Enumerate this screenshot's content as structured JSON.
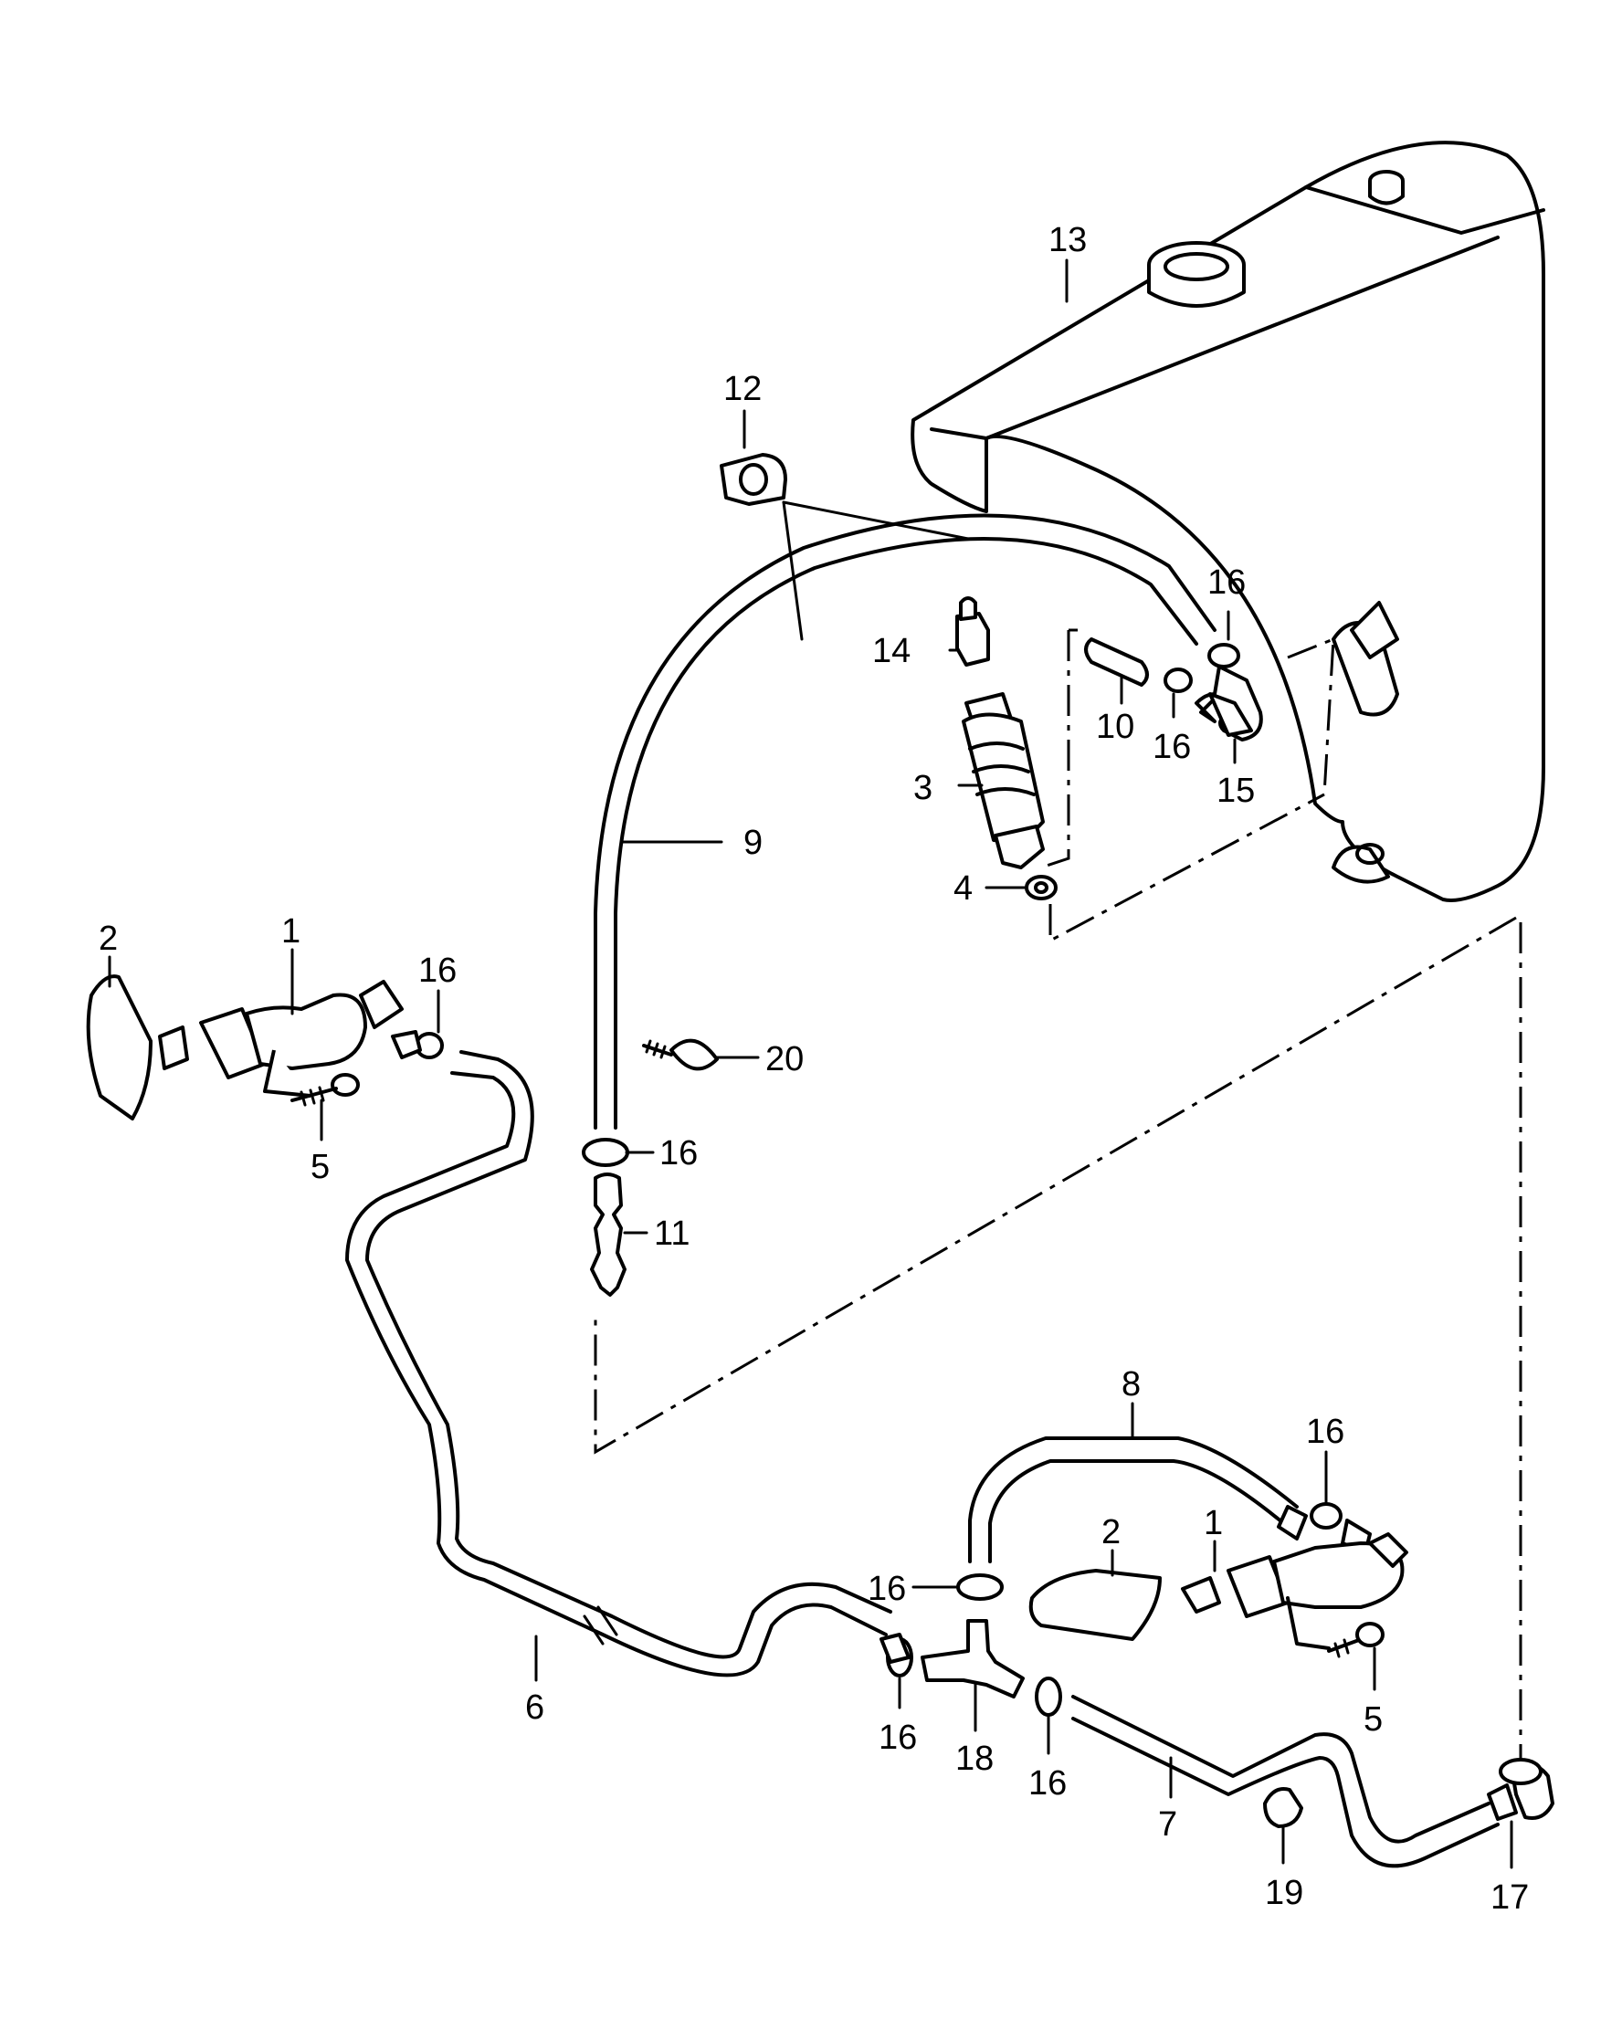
{
  "callouts": {
    "c1a": "1",
    "c2a": "2",
    "c16a": "16",
    "c5a": "5",
    "c12": "12",
    "c13": "13",
    "c14": "14",
    "c16b": "16",
    "c10": "10",
    "c16c": "16",
    "c15": "15",
    "c3": "3",
    "c9": "9",
    "c4": "4",
    "c20": "20",
    "c16d": "16",
    "c11": "11",
    "c8": "8",
    "c16e": "16",
    "c2b": "2",
    "c1b": "1",
    "c16f": "16",
    "c5b": "5",
    "c6": "6",
    "c16g": "16",
    "c18": "18",
    "c16h": "16",
    "c7": "7",
    "c19": "19",
    "c17": "17"
  }
}
